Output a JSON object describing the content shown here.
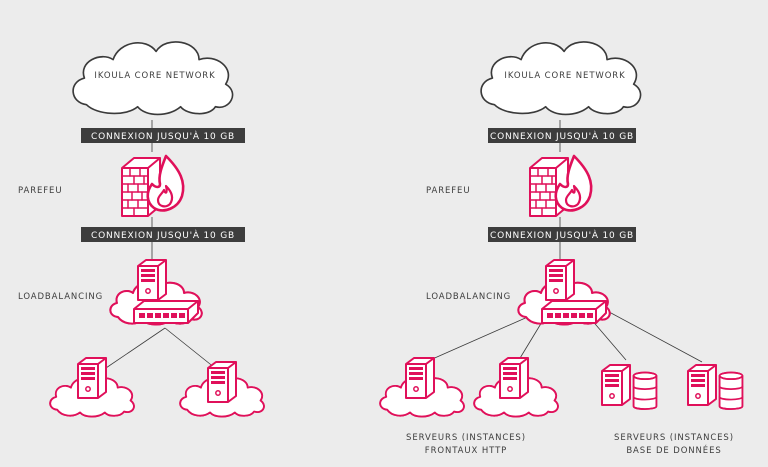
{
  "left": {
    "core_network": "IKOULA CORE NETWORK",
    "connexion_top": "CONNEXION JUSQU'À 10 GB",
    "firewall_label": "PAREFEU",
    "connexion_bottom": "CONNEXION JUSQU'À 10 GB",
    "loadbalancing_label": "LOADBALANCING"
  },
  "right": {
    "core_network": "IKOULA CORE NETWORK",
    "connexion_top": "CONNEXION JUSQU'À 10 GB",
    "firewall_label": "PAREFEU",
    "connexion_bottom": "CONNEXION JUSQU'À 10 GB",
    "loadbalancing_label": "LOADBALANCING",
    "http_servers_line1": "SERVEURS (INSTANCES)",
    "http_servers_line2": "FRONTAUX HTTP",
    "db_servers_line1": "SERVEURS (INSTANCES)",
    "db_servers_line2": "BASE DE DONNÉES"
  },
  "colors": {
    "accent": "#e0105a",
    "bar": "#3d3d3d",
    "background": "#ececec"
  }
}
